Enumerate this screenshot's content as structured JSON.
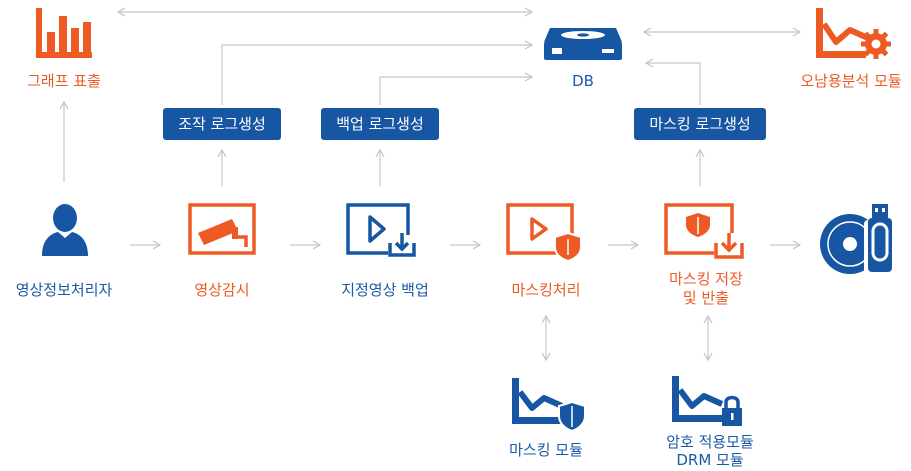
{
  "nodes": {
    "graph": "그래프 표출",
    "db": "DB",
    "misuse": "오남용분석 모듈",
    "operator": "영상정보처리자",
    "monitor": "영상감시",
    "backup": "지정영상 백업",
    "masking": "마스킹처리",
    "mask_store_line1": "마스킹 저장",
    "mask_store_line2": "및 반출",
    "mask_module": "마스킹 모듈",
    "crypto_line1": "암호 적용모듈",
    "crypto_line2": "DRM 모듈"
  },
  "pills": {
    "op_log": "조작 로그생성",
    "backup_log": "백업 로그생성",
    "mask_log": "마스킹 로그생성"
  },
  "colors": {
    "orange": "#ee5a24",
    "blue": "#1756a3",
    "line": "#c8c8c8"
  },
  "icons": [
    "bar-chart-icon",
    "database-icon",
    "analysis-gear-icon",
    "user-icon",
    "cctv-icon",
    "video-download-icon",
    "video-shield-icon",
    "video-shield-download-icon",
    "usb-disc-icon",
    "chart-shield-icon",
    "chart-lock-icon"
  ]
}
